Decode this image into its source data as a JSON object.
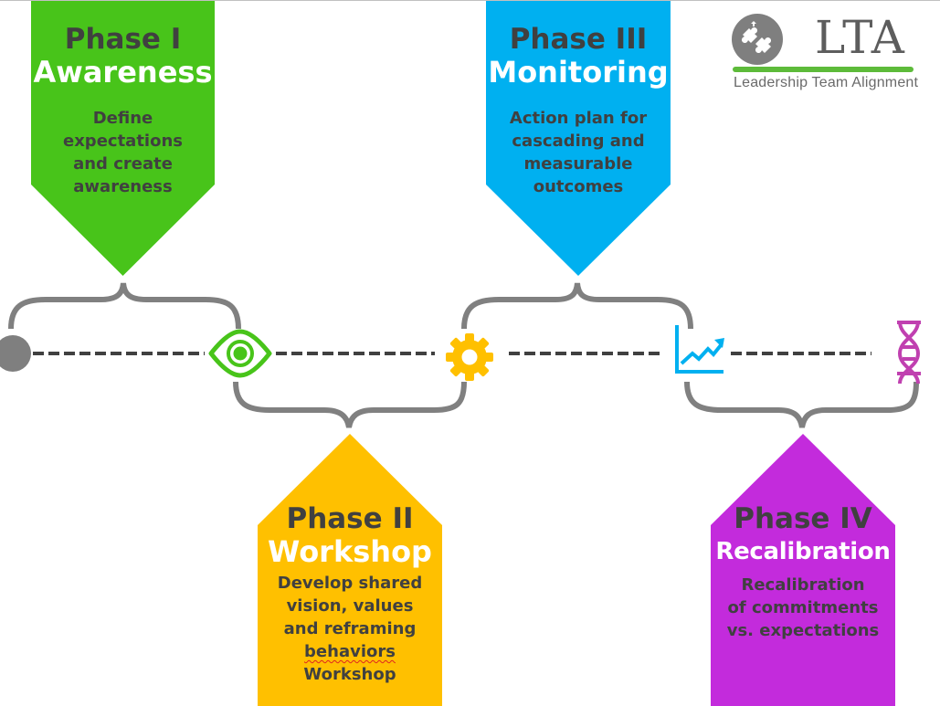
{
  "colors": {
    "phase1": "#48c41a",
    "phase2": "#ffc000",
    "phase3": "#00b0f0",
    "phase4": "#c32bdc",
    "brace": "#808080",
    "dash": "#404040",
    "start_dot": "#7f7f7f",
    "dna": "#c040b0",
    "logo_bar": "#5dbb3a"
  },
  "phases": [
    {
      "title": "Phase I",
      "name": "Awareness",
      "desc": [
        "Define",
        "expectations",
        "and create",
        "awareness"
      ],
      "icon": "eye-icon"
    },
    {
      "title": "Phase II",
      "name": "Workshop",
      "desc": [
        "Develop shared",
        "vision, values",
        "and reframing",
        "behaviors",
        "Workshop"
      ],
      "icon": "gear-icon"
    },
    {
      "title": "Phase III",
      "name": "Monitoring",
      "desc": [
        "Action plan for",
        "cascading and",
        "measurable",
        "outcomes"
      ],
      "icon": "chart-trend-icon"
    },
    {
      "title": "Phase IV",
      "name": "Recalibration",
      "desc": [
        "Recalibration",
        "of commitments",
        "vs. expectations"
      ],
      "icon": "dna-icon"
    }
  ],
  "timeline": {
    "start_marker": "start-dot",
    "markers": [
      "eye-icon",
      "gear-icon",
      "chart-trend-icon",
      "dna-icon"
    ]
  },
  "logo": {
    "acronym": "LTA",
    "tagline": "Leadership Team Alignment",
    "icon": "puzzle-icon"
  }
}
